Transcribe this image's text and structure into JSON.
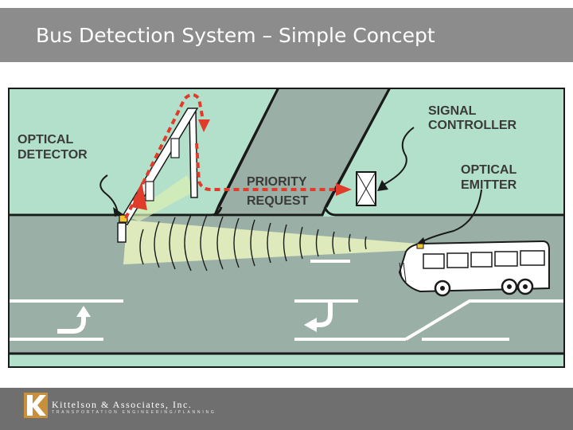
{
  "slide": {
    "title": "Bus Detection System – Simple Concept"
  },
  "diagram": {
    "labels": {
      "signal_controller": [
        "SIGNAL",
        "CONTROLLER"
      ],
      "optical_detector": [
        "OPTICAL",
        "DETECTOR"
      ],
      "optical_emitter": [
        "OPTICAL",
        "EMITTER"
      ],
      "priority_request": [
        "PRIORITY",
        "REQUEST"
      ]
    },
    "colors": {
      "grass": "#b3e0ca",
      "road": "#9ab0a7",
      "outline": "#1a1a1a",
      "arrow": "#e03c2b",
      "beam": "#eaf5c0",
      "detector": "#f4c531"
    }
  },
  "footer": {
    "company": "Kittelson & Associates, Inc.",
    "tagline": "TRANSPORTATION ENGINEERING/PLANNING",
    "icons": [
      "kittelson-logo-icon"
    ]
  }
}
